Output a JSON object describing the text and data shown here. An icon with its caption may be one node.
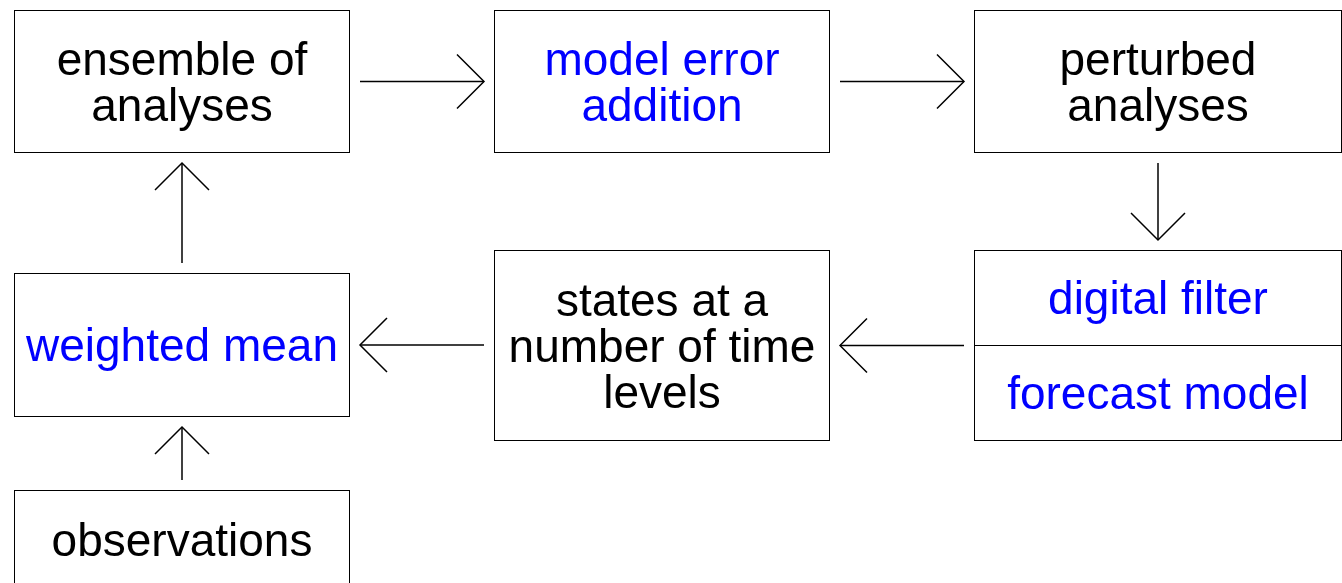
{
  "diagram": {
    "nodes": [
      {
        "text": [
          "ensemble of analyses"
        ]
      },
      {
        "text": [
          "model error addition"
        ]
      },
      {
        "text": [
          "perturbed analyses"
        ]
      },
      {
        "text": [
          "digital filter",
          "forecast model"
        ]
      },
      {
        "text": [
          "states at a number of time levels"
        ]
      },
      {
        "text": [
          "weighted mean"
        ]
      },
      {
        "text": [
          "observations"
        ]
      }
    ],
    "edges": [
      {
        "from": 0,
        "to": 1,
        "arrow": "to"
      },
      {
        "from": 1,
        "to": 2,
        "arrow": "to"
      },
      {
        "from": 2,
        "to": 3,
        "arrow": "to"
      },
      {
        "from": 3,
        "to": 4,
        "arrow": "to"
      },
      {
        "from": 4,
        "to": 5,
        "arrow": "to"
      },
      {
        "from": 5,
        "to": 0,
        "arrow": "to"
      },
      {
        "from": 6,
        "to": 5,
        "arrow": "to"
      }
    ]
  }
}
